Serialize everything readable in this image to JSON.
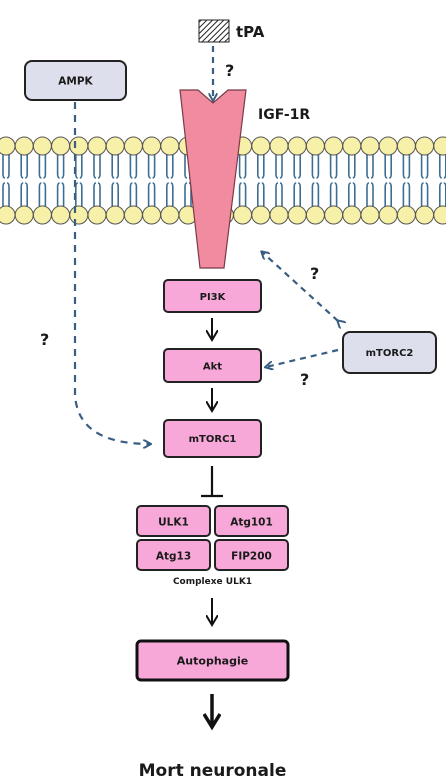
{
  "ligand": {
    "label": "tPA"
  },
  "receptor": {
    "label": "IGF-1R"
  },
  "kinases": {
    "ampk": "AMPK",
    "pi3k": "PI3K",
    "akt": "Akt",
    "mtorc1": "mTORC1",
    "mtorc2": "mTORC2"
  },
  "ulk_complex": {
    "members": [
      "ULK1",
      "Atg101",
      "Atg13",
      "FIP200"
    ],
    "caption": "Complexe ULK1"
  },
  "outcomes": {
    "autophagy": "Autophagie",
    "death": "Mort neuronale"
  },
  "uncertain_mark": "?",
  "colors": {
    "pink_box": "#f7a8d8",
    "receptor": "#f08ba0",
    "grey_box": "#dde0ec",
    "lipid_head": "#f7f0a8",
    "lipid_tail": "#3c6e91",
    "dashed_arrow": "#3a5d82",
    "solid_arrow": "#111111"
  }
}
